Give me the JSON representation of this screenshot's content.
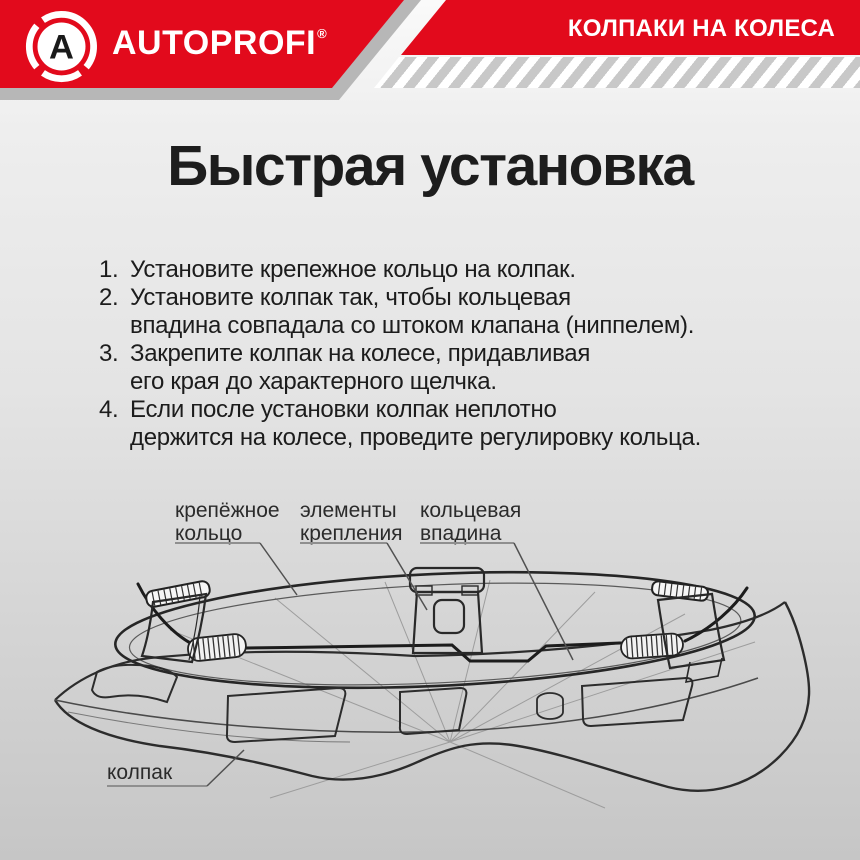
{
  "header": {
    "brand": "AUTOPROFI",
    "trademark": "®",
    "logo_letter": "A",
    "category_title": "КОЛПАКИ НА КОЛЕСА",
    "colors": {
      "brand_red": "#e20a1c",
      "band_gray": "#b7b7b7",
      "hatch_gray": "#c8c8c8",
      "hatch_bg": "#ffffff"
    }
  },
  "main": {
    "title": "Быстрая установка",
    "steps": [
      {
        "num": "1.",
        "text": "Установите крепежное кольцо на колпак."
      },
      {
        "num": "2.",
        "text": "Установите колпак так, чтобы кольцевая\nвпадина совпадала со штоком клапана (ниппелем)."
      },
      {
        "num": "3.",
        "text": "Закрепите колпак на колесе, придавливая\nего края до характерного щелчка."
      },
      {
        "num": "4.",
        "text": "Если после установки колпак неплотно\nдержится на колесе, проведите регулировку кольца."
      }
    ],
    "text_color": "#1c1c1c"
  },
  "diagram": {
    "labels": {
      "mounting_ring": "крепёжное\nкольцо",
      "fastening_elements": "элементы\nкрепления",
      "ring_groove": "кольцевая\nвпадина",
      "hubcap": "колпак"
    },
    "line_color": "#2c2c2c"
  }
}
